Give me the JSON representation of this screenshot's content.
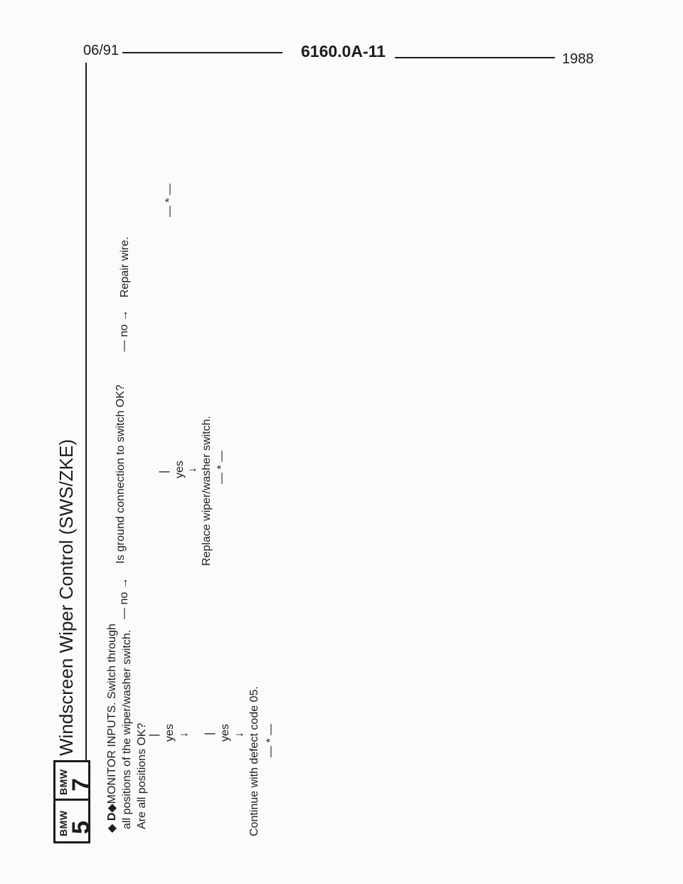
{
  "header": {
    "date": "06/91",
    "doc_code": "6160.0A-11",
    "year": "1988"
  },
  "logo": {
    "left": {
      "brand": "BMW",
      "number": "5"
    },
    "right": {
      "brand": "BMW",
      "number": "7"
    }
  },
  "title": "Windscreen Wiper Control (SWS/ZKE)",
  "step": {
    "bullet": "◆",
    "code": "D",
    "line1": "MONITOR INPUTS. Switch through",
    "line2": "all positions of the wiper/washer switch.",
    "question": "Are all positions OK?"
  },
  "branch_no_1": {
    "arrow_label": "— no →",
    "question": "Is ground connection to switch OK?"
  },
  "branch_no_2": {
    "arrow_label": "— no →",
    "action": "Repair wire.",
    "end": "— * —"
  },
  "branch_yes_switch": {
    "bar": "|",
    "label": "yes",
    "arrow": "↓",
    "action": "Replace wiper/washer switch.",
    "end": "— * —"
  },
  "branch_yes_main": {
    "bar": "|",
    "label": "yes",
    "arrow": "↓",
    "bar2": "|",
    "label2": "yes",
    "arrow2": "↓",
    "action": "Continue with defect code 05.",
    "end": "— * —"
  }
}
